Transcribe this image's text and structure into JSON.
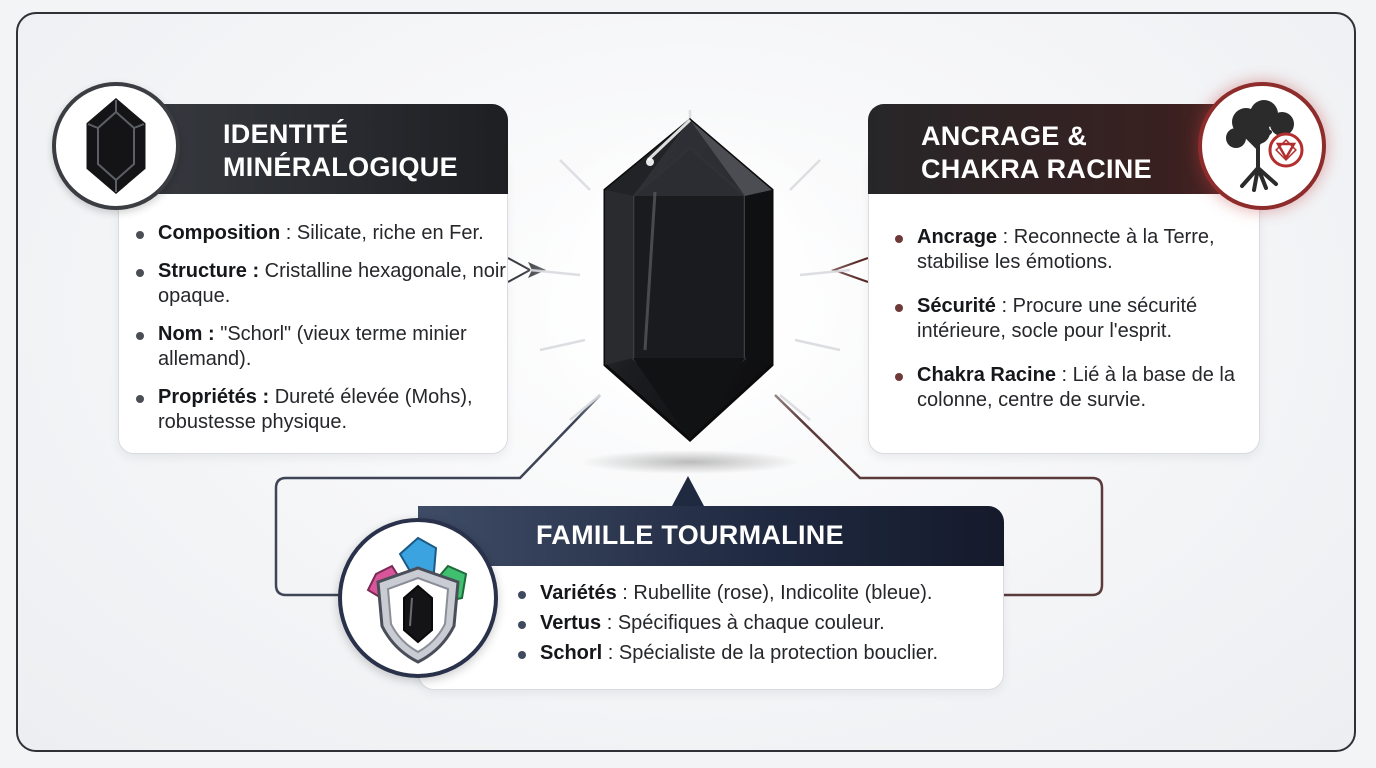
{
  "mineral": {
    "title_line1": "IDENTITÉ",
    "title_line2": "MINÉRALOGIQUE",
    "icon": "crystal-icon",
    "items": [
      {
        "label": "Composition",
        "text": " : Silicate, riche en Fer."
      },
      {
        "label": "Structure :",
        "text": " Cristalline hexagonale, noir opaque."
      },
      {
        "label": "Nom :",
        "text": " \"Schorl\" (vieux terme minier allemand)."
      },
      {
        "label": "Propriétés :",
        "text": " Dureté élevée (Mohs), robustesse physique."
      }
    ]
  },
  "grounding": {
    "title_line1": "ANCRAGE &",
    "title_line2": "CHAKRA RACINE",
    "icon": "tree-of-life-icon",
    "items": [
      {
        "label": "Ancrage",
        "text": " : Reconnecte à la Terre, stabilise les émotions."
      },
      {
        "label": "Sécurité",
        "text": " : Procure une sécurité intérieure, socle pour l'esprit."
      },
      {
        "label": "Chakra Racine",
        "text": " : Lié à la base de la colonne, centre de survie."
      }
    ]
  },
  "family": {
    "title": "FAMILLE TOURMALINE",
    "icon": "gems-shield-icon",
    "items": [
      {
        "label": "Variétés",
        "text": " : Rubellite (rose), Indicolite (bleue)."
      },
      {
        "label": "Vertus",
        "text": " : Spécifiques à chaque couleur."
      },
      {
        "label": "Schorl",
        "text": " : Spécialiste de la protection bouclier."
      }
    ]
  },
  "colors": {
    "frame": "#2f3136",
    "mineral_header": "#1d1f23",
    "grounding_accent": "#8e2c2c",
    "family_header": "#1f2940",
    "gem": "#141416"
  },
  "center_icon": "black-tourmaline-crystal-icon"
}
